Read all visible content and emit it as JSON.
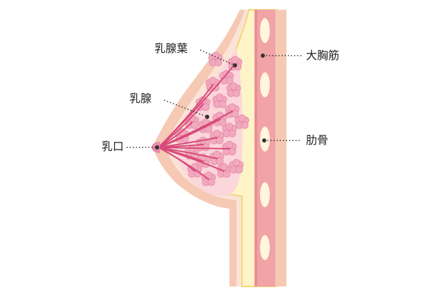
{
  "labels": {
    "lobule": "乳腺葉",
    "mammary_gland": "乳腺",
    "nipple": "乳口",
    "pectoral_muscle": "大胸筋",
    "rib": "肋骨"
  },
  "colors": {
    "skin_outer": "#f6c9b5",
    "skin_inner": "#fbe3d6",
    "fat": "#fff3c8",
    "fat_line": "#f2d878",
    "muscle": "#f1a3a6",
    "muscle_dark": "#e98e93",
    "rib": "#fff6dc",
    "lobule_fill": "#f1a9bf",
    "lobule_dark": "#e58aa6",
    "duct": "#d84a7a",
    "leader": "#333333"
  }
}
